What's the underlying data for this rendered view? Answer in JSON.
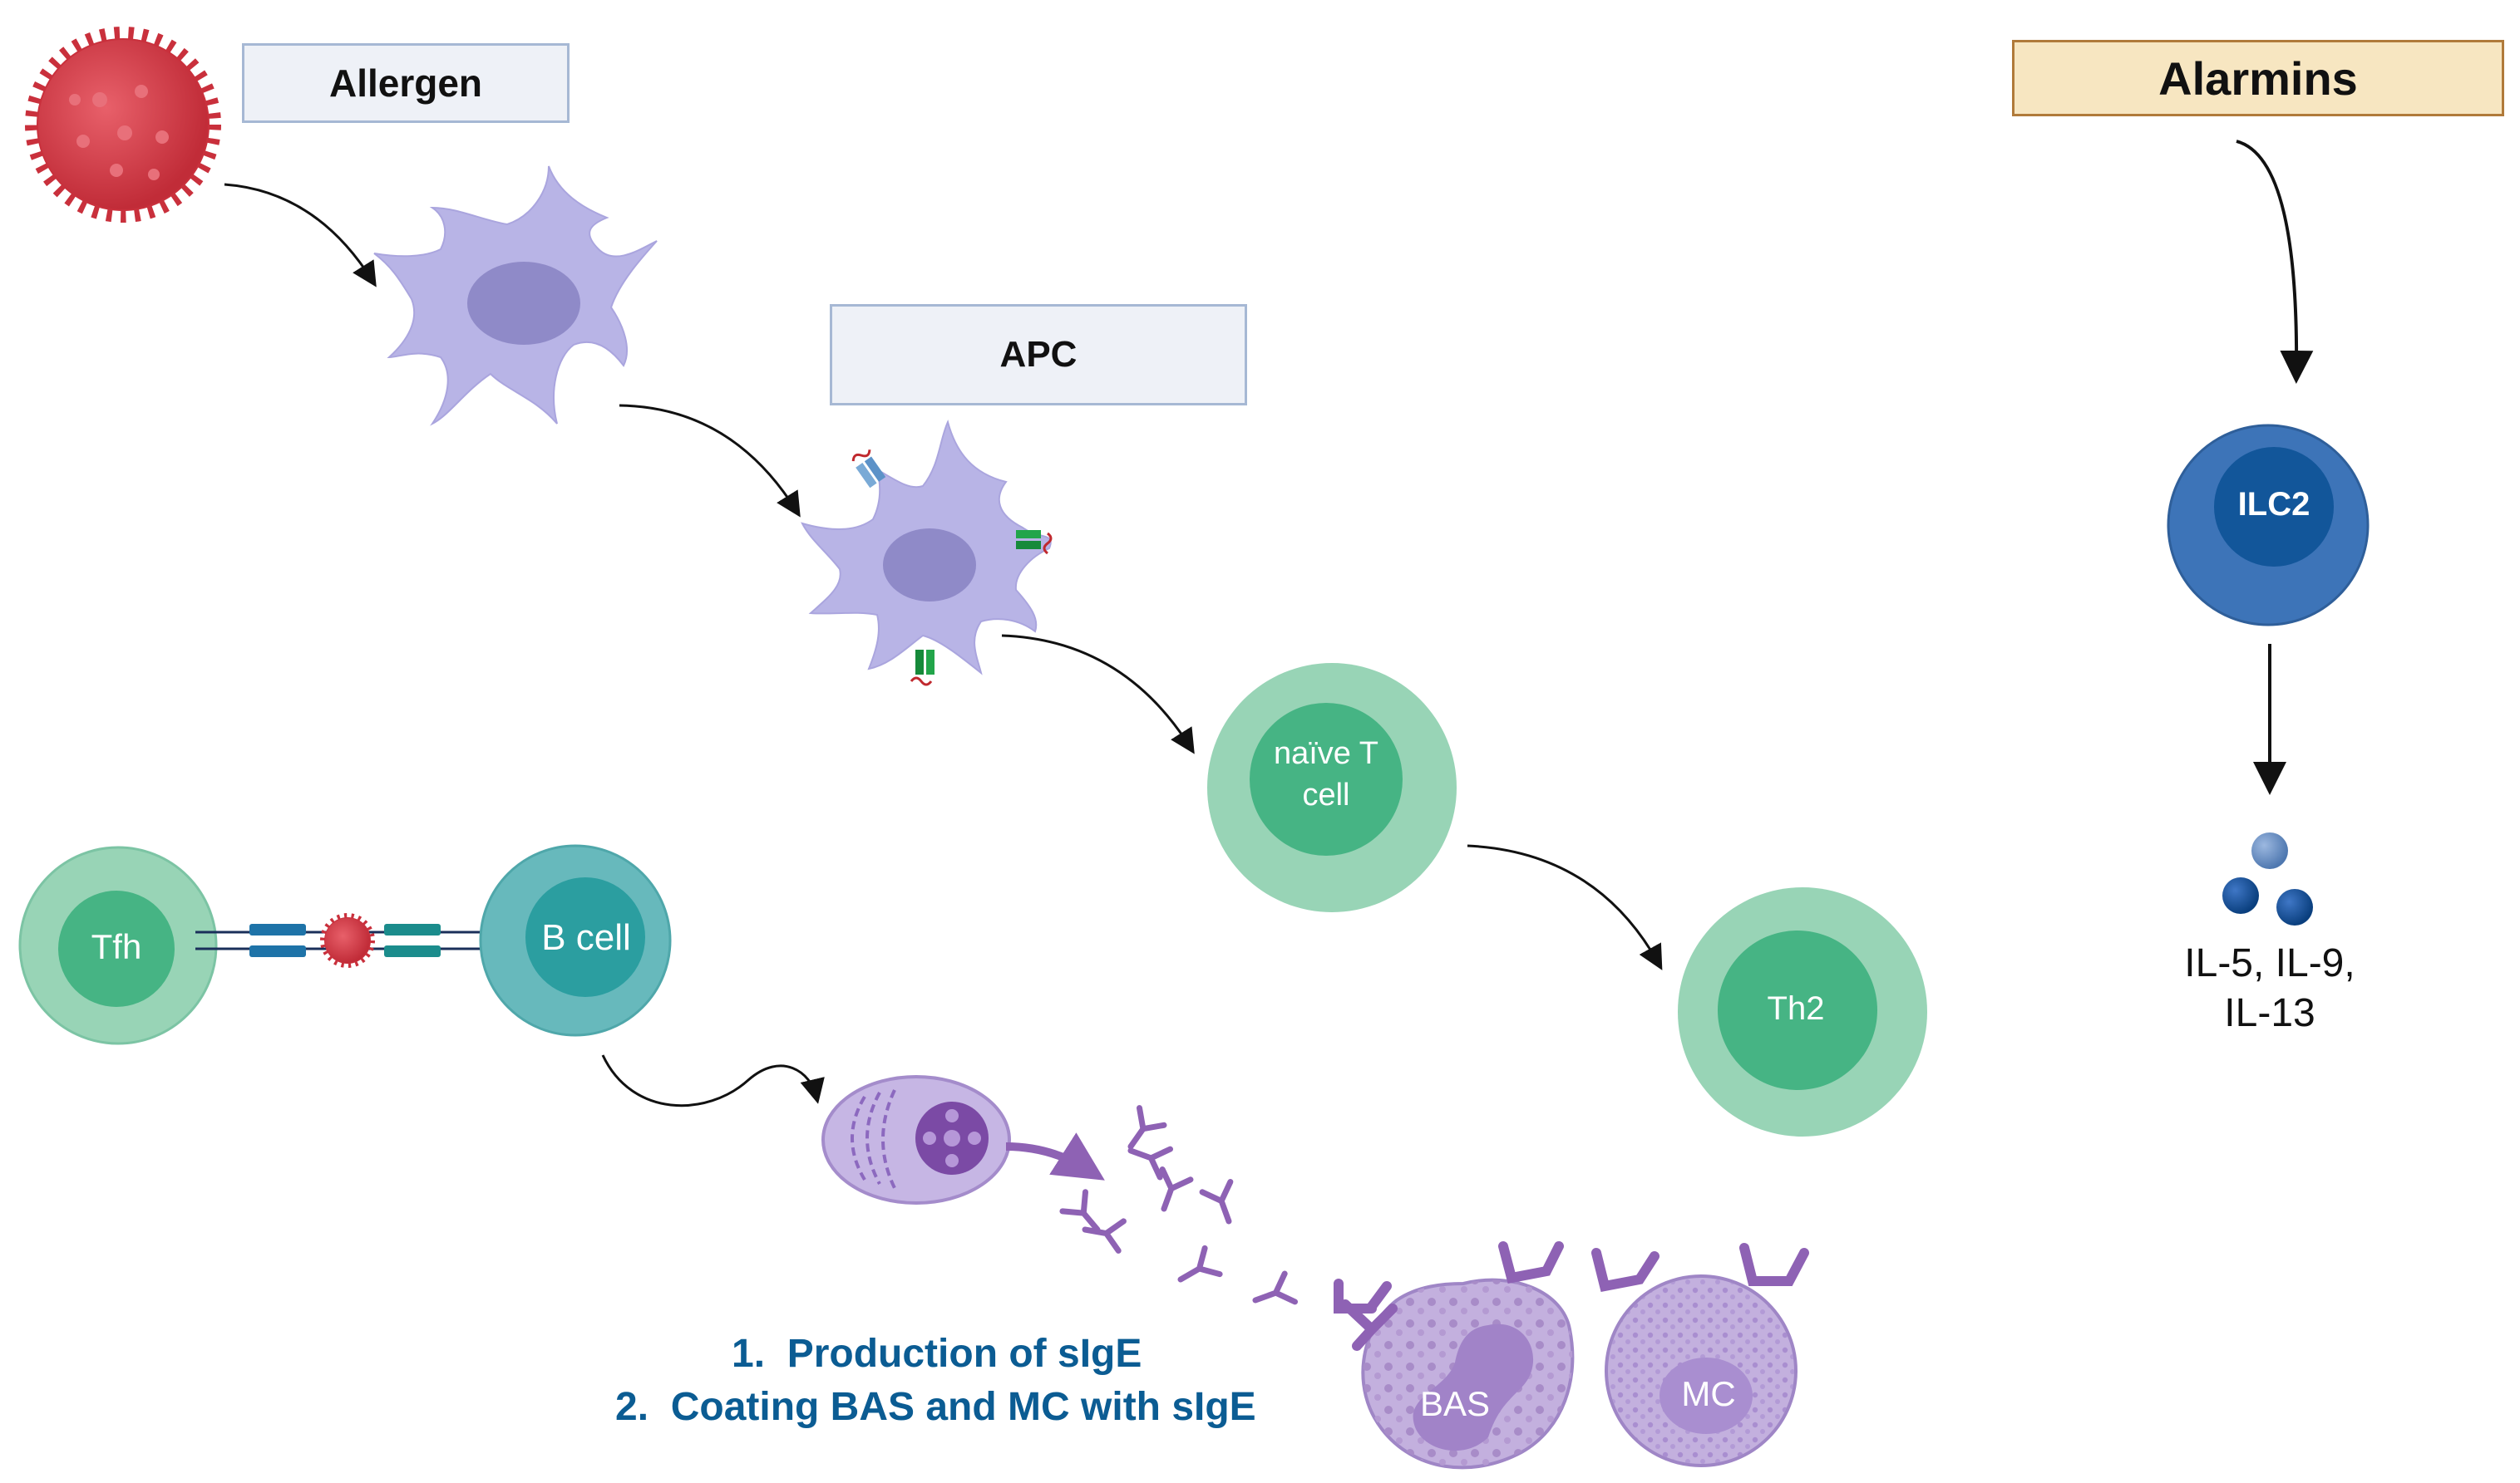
{
  "labels": {
    "allergen": "Allergen",
    "apc": "APC",
    "alarmins": "Alarmins",
    "ilc2": "ILC2",
    "naive_t_line1": "naïve T",
    "naive_t_line2": "cell",
    "th2": "Th2",
    "tfh": "Tfh",
    "b_cell": "B cell",
    "bas": "BAS",
    "mc": "MC",
    "cytokines_line1": "IL-5, IL-9,",
    "cytokines_line2": "IL-13"
  },
  "steps": [
    "1.  Production of sIgE",
    "2.  Coating BAS and MC with sIgE"
  ],
  "colors": {
    "allergen": "#d63c46",
    "dendritic": "#b8b4e6",
    "t_cell_outer": "#98d4b6",
    "t_cell_inner": "#46b484",
    "b_cell_outer": "#67b9bc",
    "b_cell_inner": "#2b9ea0",
    "ilc2_outer": "#3d74b8",
    "ilc2_inner": "#12569a",
    "plasma": "#c6b6e4",
    "antibody": "#8e62b4",
    "granulocyte": "#c3b0de",
    "step_text": "#0b5c93",
    "alarmin_box": "#f7e6c1",
    "alarmin_border": "#b07a3a"
  }
}
